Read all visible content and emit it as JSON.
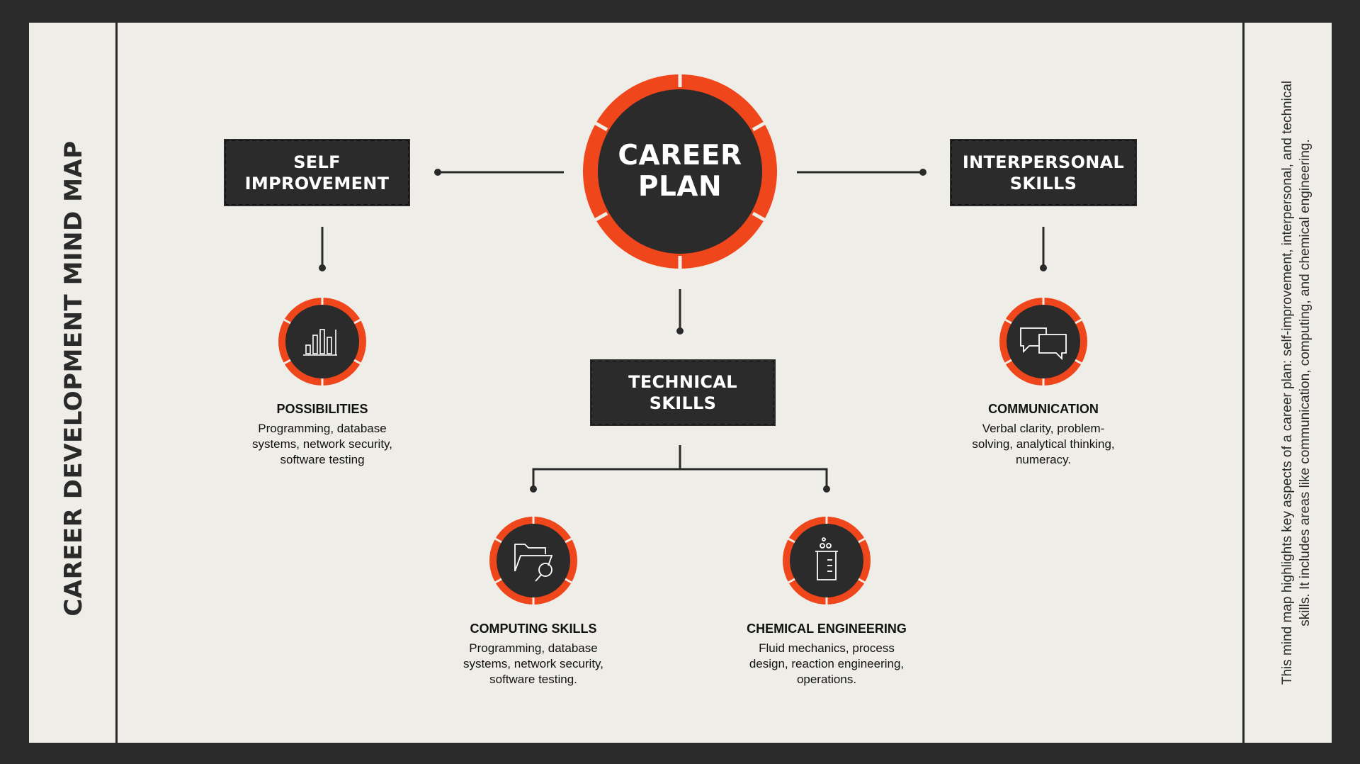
{
  "page": {
    "side_title": "CAREER DEVELOPMENT MIND MAP",
    "side_description": "This mind map highlights key aspects of a career plan: self-improvement, interpersonal, and technical skills. It includes areas like communication, computing, and chemical engineering."
  },
  "colors": {
    "frame": "#2a2a2a",
    "background": "#efede8",
    "accent": "#f0461c",
    "dark": "#2b2b2b"
  },
  "center": {
    "label": "CAREER\nPLAN"
  },
  "branches": [
    {
      "id": "self-improvement",
      "label": "SELF\nIMPROVEMENT"
    },
    {
      "id": "interpersonal-skills",
      "label": "INTERPERSONAL\nSKILLS"
    },
    {
      "id": "technical-skills",
      "label": "TECHNICAL\nSKILLS"
    }
  ],
  "nodes": [
    {
      "id": "possibilities",
      "icon": "bar-chart-icon",
      "title": "POSSIBILITIES",
      "description": "Programming, database systems, network security, software testing"
    },
    {
      "id": "communication",
      "icon": "chat-bubbles-icon",
      "title": "COMMUNICATION",
      "description": "Verbal clarity, problem-solving, analytical thinking, numeracy."
    },
    {
      "id": "computing-skills",
      "icon": "folder-search-icon",
      "title": "COMPUTING SKILLS",
      "description": "Programming, database systems, network security, software testing."
    },
    {
      "id": "chemical-engineering",
      "icon": "beaker-icon",
      "title": "CHEMICAL ENGINEERING",
      "description": "Fluid mechanics, process design, reaction engineering, operations."
    }
  ]
}
